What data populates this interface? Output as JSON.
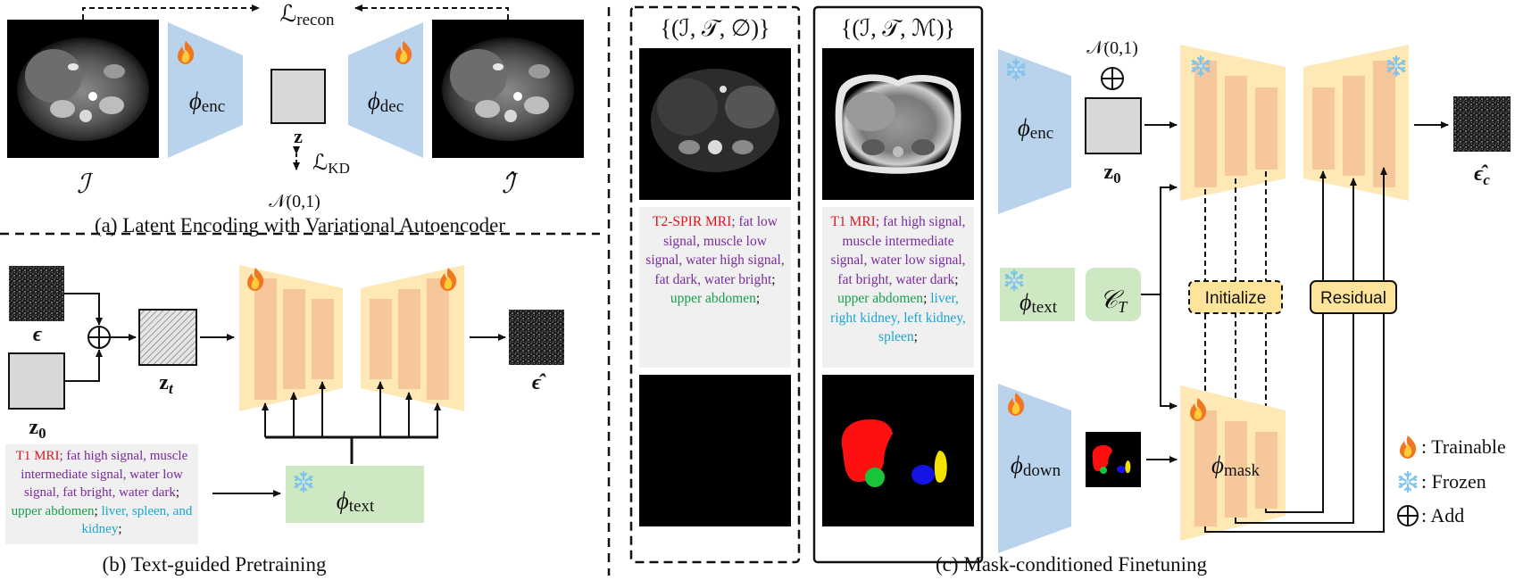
{
  "panel_a": {
    "caption": "(a) Latent Encoding with Variational Autoencoder",
    "loss_recon_sym": "ℒ",
    "loss_recon_sub": "recon",
    "loss_kd_sym": "ℒ",
    "loss_kd_sub": "KD",
    "encoder_sym": "ϕ",
    "encoder_sub": "enc",
    "decoder_sym": "ϕ",
    "decoder_sub": "dec",
    "latent_label": "z",
    "prior_label": "𝒩(0,1)",
    "input_label": "ℐ",
    "output_label": "ℐ̂"
  },
  "panel_b": {
    "caption": "(b) Text-guided Pretraining",
    "noise_label": "ϵ",
    "z0_label": "z",
    "z0_sub": "0",
    "zt_label": "z",
    "zt_sub": "t",
    "output_label": "ϵ̂",
    "text_encoder_sym": "ϕ",
    "text_encoder_sub": "text",
    "prompt": {
      "modality": "T1 MRI",
      "contrast": "; fat high signal, muscle intermediate signal, water low signal, fat bright, water dark",
      "sep1": "; ",
      "region": "upper abdomen",
      "sep2": ";",
      "organs": "liver, spleen, and kidney",
      "end": ";"
    }
  },
  "panel_c": {
    "caption": "(c) Mask-conditioned Finetuning",
    "set_without_mask": "{(ℐ, 𝒯, ∅)}",
    "set_with_mask": "{(ℐ, 𝒯, ℳ)}",
    "prompt_left": {
      "modality": "T2-SPIR MRI",
      "contrast": "; fat low signal, muscle low signal, water high signal, fat dark, water bright",
      "sep1": "; ",
      "region": "upper abdomen",
      "end": ";"
    },
    "prompt_right": {
      "modality": "T1 MRI",
      "contrast": "; fat high signal, muscle intermediate signal, water low signal, fat bright, water dark",
      "sep1": ";",
      "region": "upper abdomen",
      "sep2": "; ",
      "organs": "liver, right kidney, left kidney, spleen",
      "end": ";"
    },
    "prior_label": "𝒩(0,1)",
    "encoder_sym": "ϕ",
    "encoder_sub": "enc",
    "z0_label": "z",
    "z0_sub": "0",
    "output_label": "ϵ̂",
    "output_sub": "c",
    "text_encoder_sym": "ϕ",
    "text_encoder_sub": "text",
    "ct_label": "𝒞",
    "ct_sub": "T",
    "initialize_label": "Initialize",
    "residual_label": "Residual",
    "down_sym": "ϕ",
    "down_sub": "down",
    "mask_sym": "ϕ",
    "mask_sub": "mask"
  },
  "legend": {
    "trainable": ": Trainable",
    "frozen": ": Frozen",
    "add": ": Add"
  },
  "colors": {
    "encoder_blue": "#b9d3ec",
    "unet_yellow": "#fde8b6",
    "unet_bar": "#f6c79a",
    "text_green": "#cfe8c4",
    "latent_gray": "#d8d8d8",
    "label_yellow": "#fde49a",
    "red": "#e0141e",
    "purple": "#7a2a9c",
    "green": "#16a04a",
    "cyan": "#1aa6cf"
  }
}
